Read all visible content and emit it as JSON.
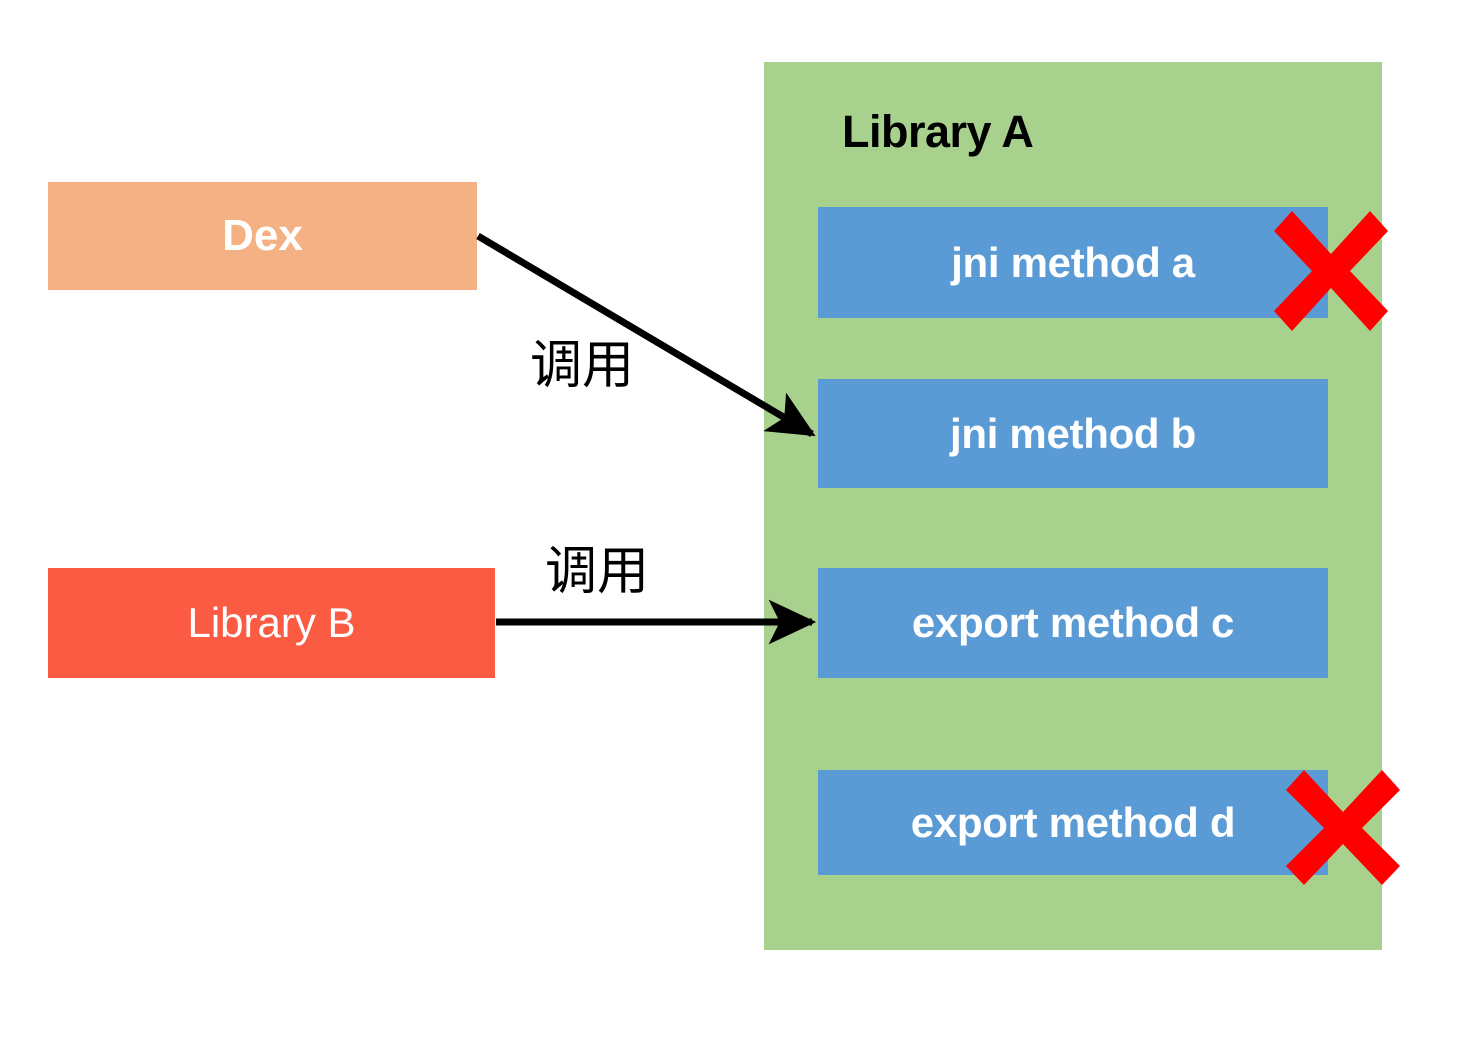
{
  "diagram": {
    "title_text": "Library A",
    "container": {
      "name": "Library A",
      "color": "#a9d18e"
    },
    "methods": [
      {
        "label": "jni method a",
        "color": "#5b9bd5",
        "marked_removed": true,
        "mark": "red-x"
      },
      {
        "label": "jni method b",
        "color": "#5b9bd5",
        "marked_removed": false,
        "mark": ""
      },
      {
        "label": "export method c",
        "color": "#5b9bd5",
        "marked_removed": false,
        "mark": ""
      },
      {
        "label": "export method d",
        "color": "#5b9bd5",
        "marked_removed": true,
        "mark": "red-x"
      }
    ],
    "sources": [
      {
        "label": "Dex",
        "color": "#f4b183"
      },
      {
        "label": "Library B",
        "color": "#fb5b43"
      }
    ],
    "edges": [
      {
        "label": "调用",
        "from": "Dex",
        "to": "jni method b"
      },
      {
        "label": "调用",
        "from": "Library B",
        "to": "export method c"
      }
    ],
    "colors": {
      "container_green": "#a9d18e",
      "method_blue": "#5b9bd5",
      "dex_orange": "#f4b183",
      "library_b_red": "#fb5b43",
      "mark_red": "#ff0000",
      "arrow_black": "#000000",
      "text_white": "#ffffff",
      "background": "#ffffff"
    }
  }
}
